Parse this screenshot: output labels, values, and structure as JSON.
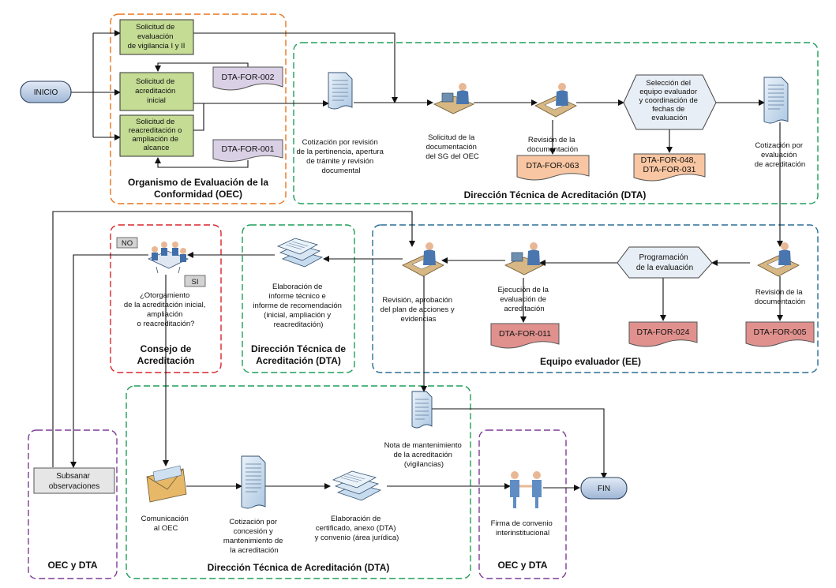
{
  "start": "INICIO",
  "end": "FIN",
  "oec": {
    "title_l1": "Organismo de Evaluación de la",
    "title_l2": "Conformidad (OEC)",
    "box1": [
      "Solicitud de",
      "evaluación",
      "de vigilancia I y II"
    ],
    "box2": [
      "Solicitud de",
      "acreditación",
      "inicial"
    ],
    "box3": [
      "Solicitud de",
      "reacreditación o",
      "ampliación de",
      "alcance"
    ],
    "doc_for002": "DTA-FOR-002",
    "doc_for001": "DTA-FOR-001"
  },
  "dta_top": {
    "title": "Dirección Técnica de Acreditación (DTA)",
    "cotizacion": [
      "Cotización por revisión",
      "de la pertinencia, apertura",
      "de trámite y revisión",
      "documental"
    ],
    "solicitud_sg": [
      "Solicitud de la",
      "documentación",
      "del SG del OEC"
    ],
    "revision": [
      "Revisión de la",
      "documentación"
    ],
    "doc_for063": "DTA-FOR-063",
    "seleccion": [
      "Selección del",
      "equipo evaluador",
      "y coordinación de",
      "fechas de",
      "evaluación"
    ],
    "doc_for048": [
      "DTA-FOR-048,",
      "DTA-FOR-031"
    ],
    "cot_eval": [
      "Cotización por",
      "evaluación",
      "de acreditación"
    ]
  },
  "ee": {
    "title": "Equipo evaluador (EE)",
    "revision_doc": [
      "Revisión de la",
      "documentación"
    ],
    "doc_for005": "DTA-FOR-005",
    "programacion": [
      "Programación",
      "de la evaluación"
    ],
    "doc_for024": "DTA-FOR-024",
    "ejecucion": [
      "Ejecución de la",
      "evaluación de",
      "acreditación"
    ],
    "doc_for011": "DTA-FOR-011",
    "revision_plan": [
      "Revisión, aprobación",
      "del plan de acciones y",
      "evidencias"
    ]
  },
  "dta_mid": {
    "title_l1": "Dirección Técnica de",
    "title_l2": "Acreditación (DTA)",
    "elaboracion": [
      "Elaboración de",
      "informe técnico e",
      "informe de recomendación",
      "(inicial, ampliación y",
      "reacreditación)"
    ]
  },
  "consejo": {
    "title_l1": "Consejo de",
    "title_l2": "Acreditación",
    "no": "NO",
    "si": "SI",
    "question": [
      "¿Otorgamiento",
      "de la acreditación inicial,",
      "ampliación",
      "o reacreditación?"
    ]
  },
  "oec_dta_left": {
    "title": "OEC y DTA",
    "subsanar": [
      "Subsanar",
      "observaciones"
    ]
  },
  "dta_bottom": {
    "title": "Dirección Técnica de Acreditación (DTA)",
    "nota": [
      "Nota de mantenimiento",
      "de la acreditación",
      "(vigilancias)"
    ],
    "comunicacion": [
      "Comunicación",
      "al OEC"
    ],
    "cot_concesion": [
      "Cotización por",
      "concesión y",
      "mantenimiento de",
      "la acreditación"
    ],
    "elab_cert": [
      "Elaboración de",
      "certificado, anexo (DTA)",
      "y convenio (área jurídica)"
    ]
  },
  "oec_dta_right": {
    "title": "OEC y DTA",
    "firma": [
      "Firma de convenio",
      "interinstitucional"
    ]
  },
  "colors": {
    "oec_border": "#e8741c",
    "dta_border": "#1f9e5a",
    "ee_border": "#2c6f96",
    "consejo_border": "#d9252b",
    "oec_dta_border": "#7d3c98",
    "green_box": "#c4dc94",
    "purple_doc": "#d9d0e6",
    "salmon_doc": "#f8c6a2",
    "rose_doc": "#e0918e",
    "terminal": "#c3d4ea"
  }
}
